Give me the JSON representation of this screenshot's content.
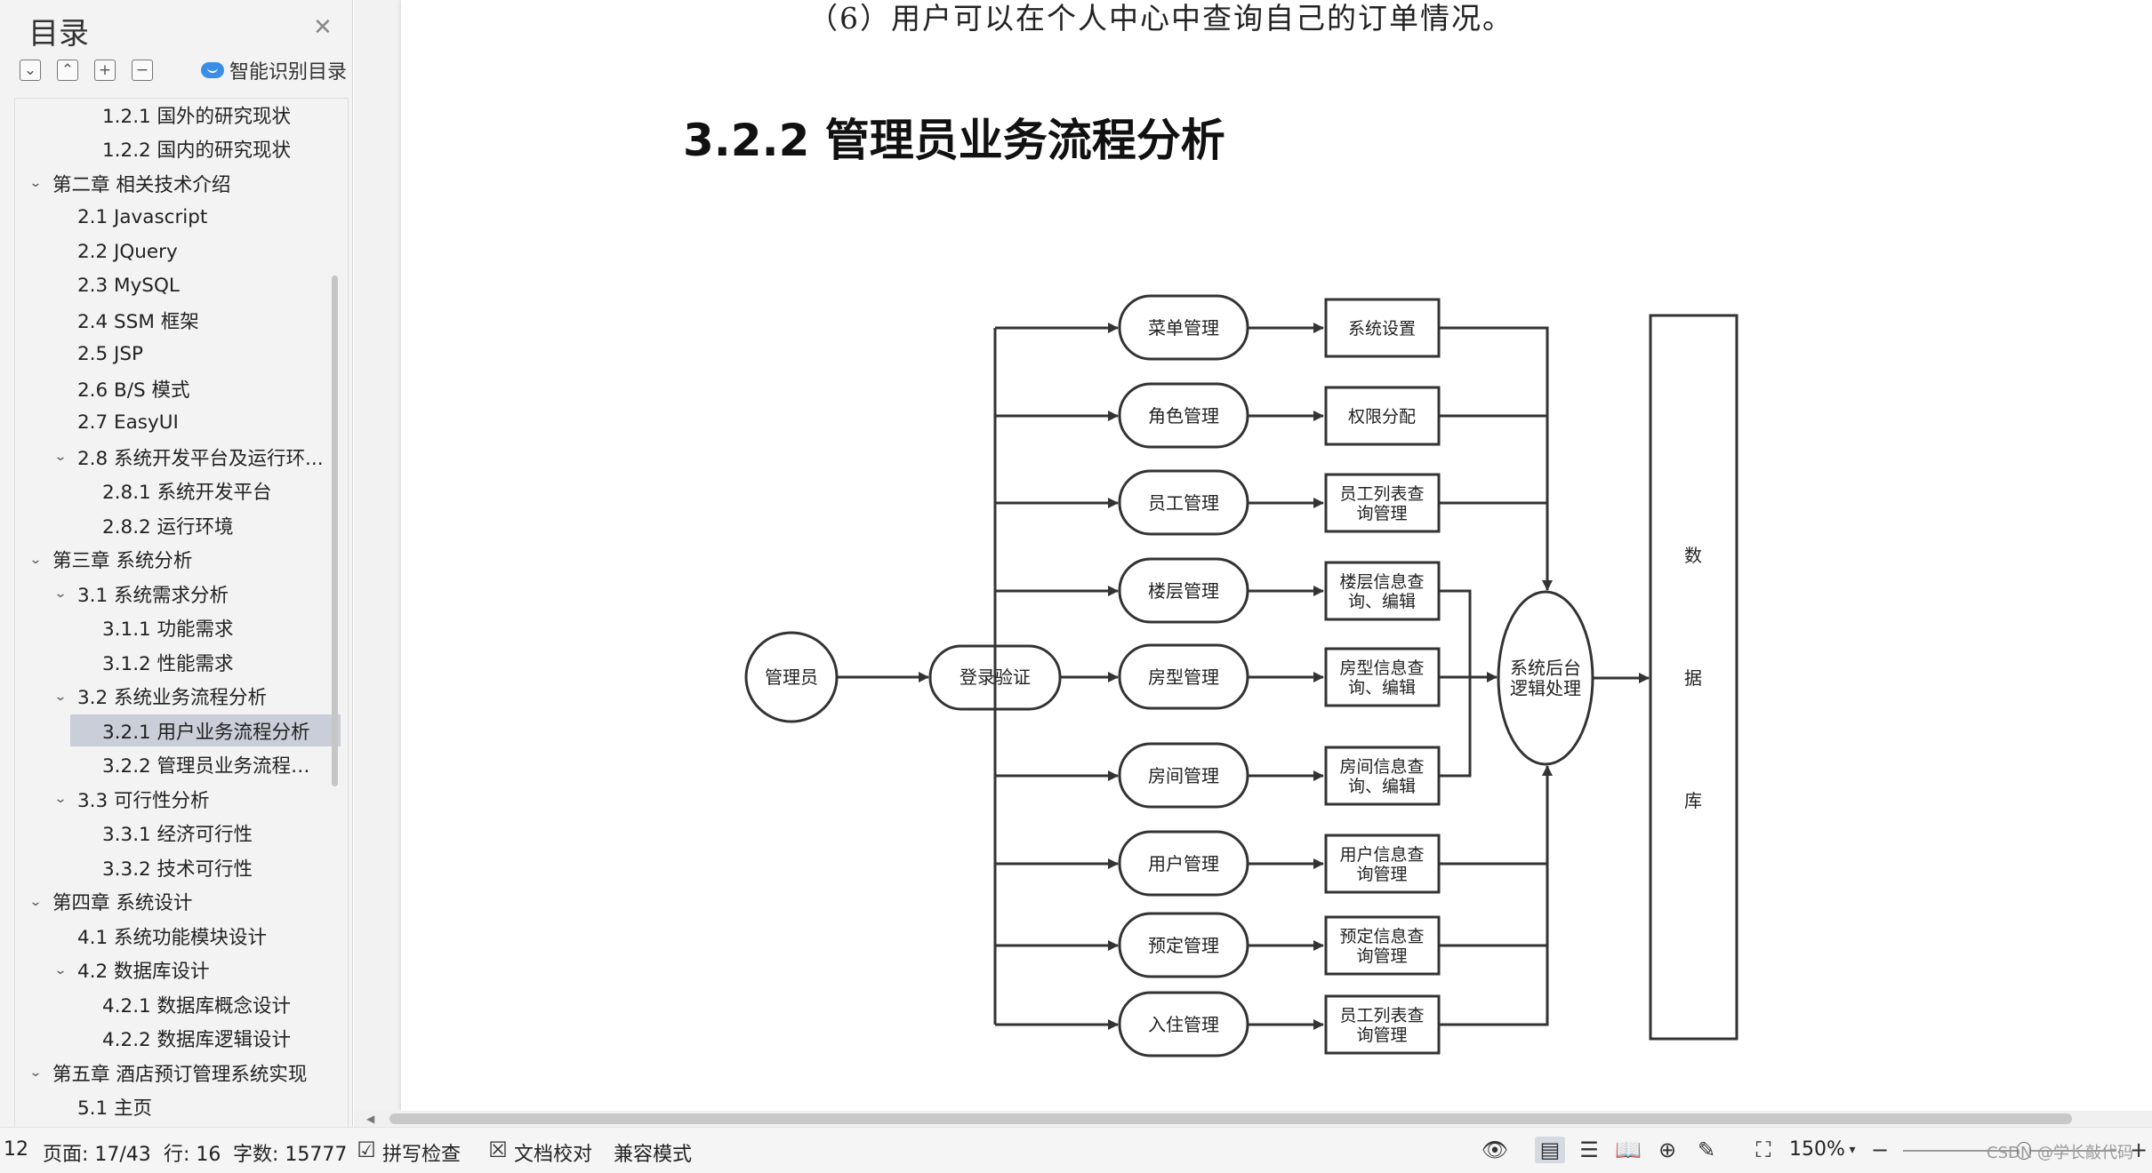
{
  "sidebar": {
    "title": "目录",
    "close_icon": "close-icon",
    "tools": [
      "expand-all-icon",
      "collapse-all-icon",
      "add-heading-icon",
      "remove-heading-icon"
    ],
    "smart_label": "智能识别目录",
    "items": [
      {
        "label": "1.2.1  国外的研究现状",
        "level": 3
      },
      {
        "label": "1.2.2  国内的研究现状",
        "level": 3
      },
      {
        "label": "第二章  相关技术介绍",
        "level": 1,
        "expanded": true
      },
      {
        "label": "2.1 Javascript",
        "level": 2
      },
      {
        "label": "2.2 JQuery",
        "level": 2
      },
      {
        "label": "2.3 MySQL",
        "level": 2
      },
      {
        "label": "2.4 SSM 框架",
        "level": 2
      },
      {
        "label": "2.5 JSP",
        "level": 2
      },
      {
        "label": "2.6 B/S 模式",
        "level": 2
      },
      {
        "label": "2.7 EasyUI",
        "level": 2
      },
      {
        "label": "2.8  系统开发平台及运行环...",
        "level": 2,
        "expanded": true
      },
      {
        "label": "2.8.1  系统开发平台",
        "level": 3
      },
      {
        "label": "2.8.2  运行环境",
        "level": 3
      },
      {
        "label": "第三章  系统分析",
        "level": 1,
        "expanded": true
      },
      {
        "label": "3.1  系统需求分析",
        "level": 2,
        "expanded": true
      },
      {
        "label": "3.1.1  功能需求",
        "level": 3
      },
      {
        "label": "3.1.2  性能需求",
        "level": 3
      },
      {
        "label": "3.2  系统业务流程分析",
        "level": 2,
        "expanded": true
      },
      {
        "label": "3.2.1  用户业务流程分析",
        "level": 3,
        "selected": true
      },
      {
        "label": "3.2.2  管理员业务流程分...",
        "level": 3
      },
      {
        "label": "3.3  可行性分析",
        "level": 2,
        "expanded": true
      },
      {
        "label": "3.3.1  经济可行性",
        "level": 3
      },
      {
        "label": "3.3.2  技术可行性",
        "level": 3
      },
      {
        "label": "第四章  系统设计",
        "level": 1,
        "expanded": true
      },
      {
        "label": "4.1  系统功能模块设计",
        "level": 2
      },
      {
        "label": "4.2  数据库设计",
        "level": 2,
        "expanded": true
      },
      {
        "label": "4.2.1  数据库概念设计",
        "level": 3
      },
      {
        "label": "4.2.2  数据库逻辑设计",
        "level": 3
      },
      {
        "label": "第五章  酒店预订管理系统实现",
        "level": 1,
        "expanded": true
      },
      {
        "label": "5.1    主页",
        "level": 2
      }
    ]
  },
  "document": {
    "paragraph": "（6）用户可以在个人中心中查询自己的订单情况。",
    "heading": "3.2.2  管理员业务流程分析",
    "flowchart": {
      "admin": "管理员",
      "login": "登录验证",
      "modules": [
        {
          "name": "菜单管理",
          "sub": [
            "系统设置"
          ]
        },
        {
          "name": "角色管理",
          "sub": [
            "权限分配"
          ]
        },
        {
          "name": "员工管理",
          "sub": [
            "员工列表查",
            "询管理"
          ]
        },
        {
          "name": "楼层管理",
          "sub": [
            "楼层信息查",
            "询、编辑"
          ]
        },
        {
          "name": "房型管理",
          "sub": [
            "房型信息查",
            "询、编辑"
          ]
        },
        {
          "name": "房间管理",
          "sub": [
            "房间信息查",
            "询、编辑"
          ]
        },
        {
          "name": "用户管理",
          "sub": [
            "用户信息查",
            "询管理"
          ]
        },
        {
          "name": "预定管理",
          "sub": [
            "预定信息查",
            "询管理"
          ]
        },
        {
          "name": "入住管理",
          "sub": [
            "员工列表查",
            "询管理"
          ]
        }
      ],
      "backend": [
        "系统后台",
        "逻辑处理"
      ],
      "database": [
        "数",
        "据",
        "库"
      ]
    }
  },
  "status": {
    "page_prefix": "12",
    "page": "页面: 17/43",
    "row": "行: 16",
    "chars": "字数: 15777",
    "spell": "拼写检查",
    "proof": "文档校对",
    "compat": "兼容模式",
    "zoom": "150%",
    "watermark": "CSDN @学长敲代码"
  }
}
